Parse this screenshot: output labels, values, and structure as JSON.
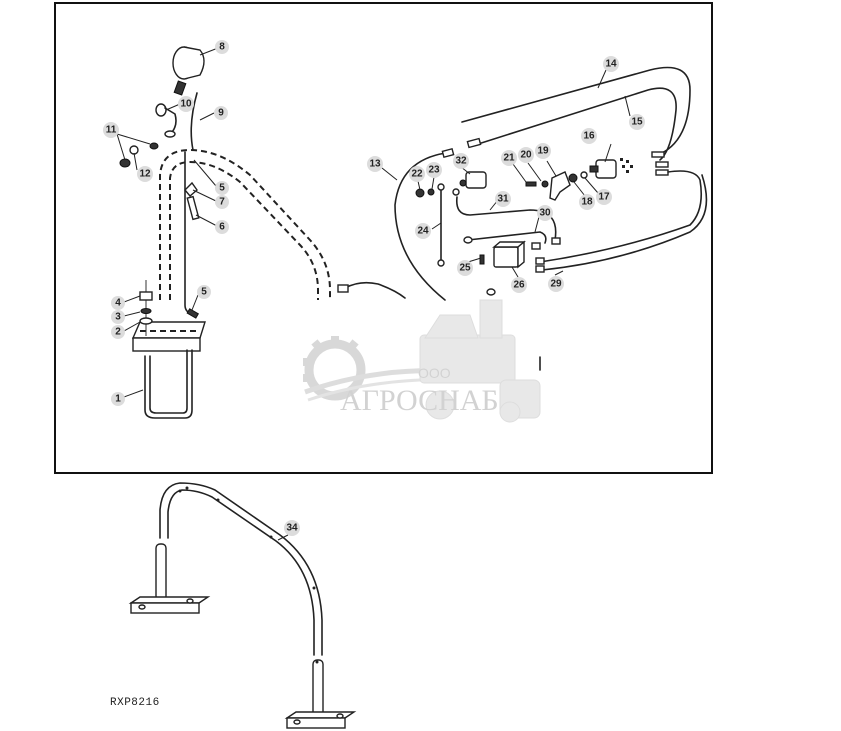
{
  "figure": {
    "type": "exploded parts diagram",
    "reference_code": "RXP8216",
    "watermark": {
      "prefix": "ООО",
      "name": "АГРОСНАБ"
    }
  },
  "callouts": [
    {
      "id": "1",
      "label": "1"
    },
    {
      "id": "2",
      "label": "2"
    },
    {
      "id": "3",
      "label": "3"
    },
    {
      "id": "4",
      "label": "4"
    },
    {
      "id": "5a",
      "label": "5"
    },
    {
      "id": "5b",
      "label": "5"
    },
    {
      "id": "6",
      "label": "6"
    },
    {
      "id": "7",
      "label": "7"
    },
    {
      "id": "8",
      "label": "8"
    },
    {
      "id": "9",
      "label": "9"
    },
    {
      "id": "10",
      "label": "10"
    },
    {
      "id": "11",
      "label": "11"
    },
    {
      "id": "12",
      "label": "12"
    },
    {
      "id": "13",
      "label": "13"
    },
    {
      "id": "14",
      "label": "14"
    },
    {
      "id": "15",
      "label": "15"
    },
    {
      "id": "16",
      "label": "16"
    },
    {
      "id": "17",
      "label": "17"
    },
    {
      "id": "18",
      "label": "18"
    },
    {
      "id": "19",
      "label": "19"
    },
    {
      "id": "20",
      "label": "20"
    },
    {
      "id": "21",
      "label": "21"
    },
    {
      "id": "22",
      "label": "22"
    },
    {
      "id": "23",
      "label": "23"
    },
    {
      "id": "24",
      "label": "24"
    },
    {
      "id": "25",
      "label": "25"
    },
    {
      "id": "26",
      "label": "26"
    },
    {
      "id": "29",
      "label": "29"
    },
    {
      "id": "30",
      "label": "30"
    },
    {
      "id": "31",
      "label": "31"
    },
    {
      "id": "32",
      "label": "32"
    },
    {
      "id": "34",
      "label": "34"
    }
  ]
}
